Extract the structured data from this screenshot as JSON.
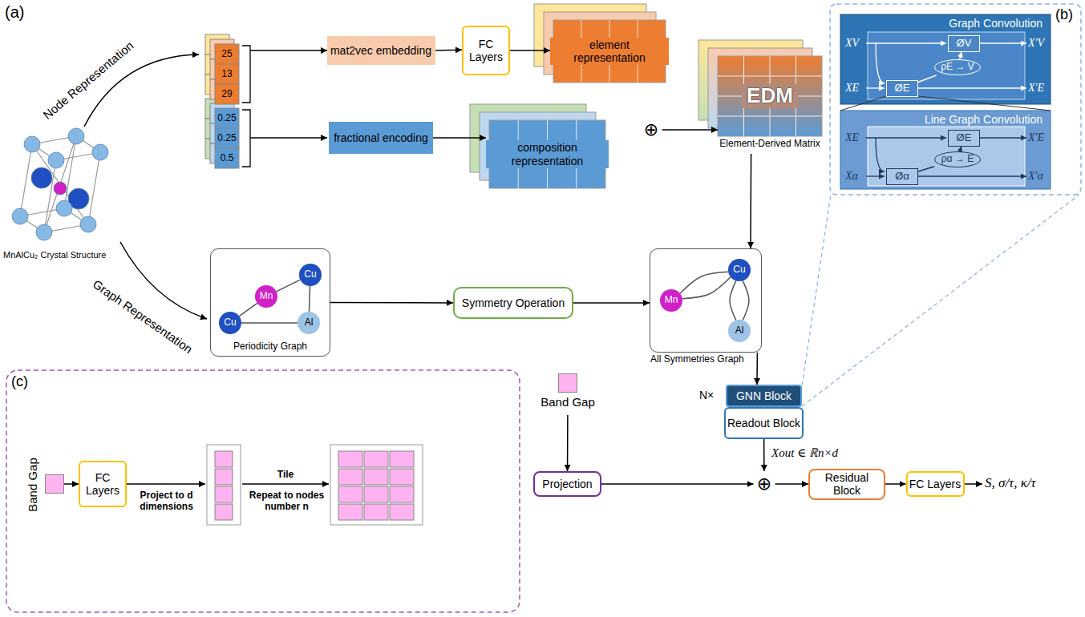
{
  "diagram": {
    "nodes": [
      {
        "text": [
          "mat2vec embedding"
        ]
      },
      {
        "text": [
          "FC Layers"
        ]
      },
      {
        "text": [
          "element representation"
        ]
      },
      {
        "text": [
          "⊕"
        ]
      },
      {
        "text": [
          "EDM",
          "Element-Derived Matrix"
        ]
      },
      {
        "text": [
          "fractional encoding"
        ]
      },
      {
        "text": [
          "composition representation"
        ]
      },
      {
        "text": [
          "Graph Convolution"
        ]
      },
      {
        "text": [
          "ØV"
        ],
        "in": 7
      },
      {
        "text": [
          "ØE"
        ],
        "in": 7
      },
      {
        "text": [
          "ρE → V"
        ],
        "in": 7
      },
      {
        "text": [
          "Line Graph Convolution"
        ]
      },
      {
        "text": [
          "ØE"
        ],
        "in": 11
      },
      {
        "text": [
          "Øα"
        ],
        "in": 11
      },
      {
        "text": [
          "ρα → E"
        ],
        "in": 11
      },
      {
        "text": [
          "Periodicity Graph"
        ]
      },
      {
        "text": [
          "Mn"
        ],
        "in": 15
      },
      {
        "text": [
          "Cu"
        ],
        "in": 15
      },
      {
        "text": [
          "Cu"
        ],
        "in": 15
      },
      {
        "text": [
          "Al"
        ],
        "in": 15
      },
      {
        "text": [
          "Symmetry Operation"
        ]
      },
      {
        "text": [
          "All Symmetries Graph"
        ]
      },
      {
        "text": [
          "Mn"
        ],
        "in": 21
      },
      {
        "text": [
          "Cu"
        ],
        "in": 21
      },
      {
        "text": [
          "Al"
        ],
        "in": 21
      },
      {
        "text": [
          "GNN Block"
        ]
      },
      {
        "text": [
          "Readout Block"
        ]
      },
      {
        "text": [
          "Band Gap"
        ]
      },
      {
        "text": [
          "Band Gap"
        ]
      },
      {
        "text": [
          "FC Layers"
        ]
      },
      {
        "text": [
          "Projection"
        ]
      },
      {
        "text": [
          "⊕"
        ]
      },
      {
        "text": [
          "Residual Block"
        ]
      },
      {
        "text": [
          "FC Layers"
        ]
      }
    ],
    "edges": [
      {
        "from": 0,
        "to": 1,
        "arrow": "to"
      },
      {
        "from": 1,
        "to": 2,
        "arrow": "to"
      },
      {
        "from": 5,
        "to": 6,
        "arrow": "to"
      },
      {
        "from": 3,
        "to": 4,
        "arrow": "to"
      },
      {
        "from": 4,
        "to": 21,
        "arrow": "to"
      },
      {
        "from": 9,
        "to": 10,
        "arrow": "none"
      },
      {
        "from": 10,
        "to": 8,
        "arrow": "to"
      },
      {
        "from": 13,
        "to": 14,
        "arrow": "none"
      },
      {
        "from": 14,
        "to": 12,
        "arrow": "to"
      },
      {
        "from": 16,
        "to": 17,
        "arrow": "none"
      },
      {
        "from": 16,
        "to": 18,
        "arrow": "none"
      },
      {
        "from": 17,
        "to": 19,
        "arrow": "none"
      },
      {
        "from": 18,
        "to": 19,
        "arrow": "none"
      },
      {
        "from": 15,
        "to": 20,
        "arrow": "to"
      },
      {
        "from": 20,
        "to": 21,
        "arrow": "to"
      },
      {
        "from": 22,
        "to": 23,
        "arrow": "none"
      },
      {
        "from": 22,
        "to": 23,
        "arrow": "none"
      },
      {
        "from": 23,
        "to": 24,
        "arrow": "none"
      },
      {
        "from": 23,
        "to": 24,
        "arrow": "none"
      },
      {
        "from": 21,
        "to": 25,
        "arrow": "to"
      },
      {
        "from": 26,
        "to": 31,
        "arrow": "to"
      },
      {
        "from": 27,
        "to": 30,
        "arrow": "to"
      },
      {
        "from": 30,
        "to": 31,
        "arrow": "to"
      },
      {
        "from": 31,
        "to": 32,
        "arrow": "to"
      },
      {
        "from": 32,
        "to": 33,
        "arrow": "to"
      },
      {
        "from": 28,
        "to": 29,
        "arrow": "to"
      }
    ],
    "labels": [
      "(a)",
      "(b)",
      "(c)",
      "Node Representation",
      "Graph Representation",
      "MnAlCu₂ Crystal Structure",
      "25",
      "13",
      "29",
      "0.25",
      "0.25",
      "0.5",
      "XV",
      "XE",
      "X′V",
      "X′E",
      "XE",
      "Xα",
      "X′E",
      "X′α",
      "N×",
      "Xout ∈ ℝn×d",
      "S, σ/τ, κ/τ",
      "Project to d dimensions",
      "Tile",
      "Repeat to nodes number n"
    ]
  }
}
